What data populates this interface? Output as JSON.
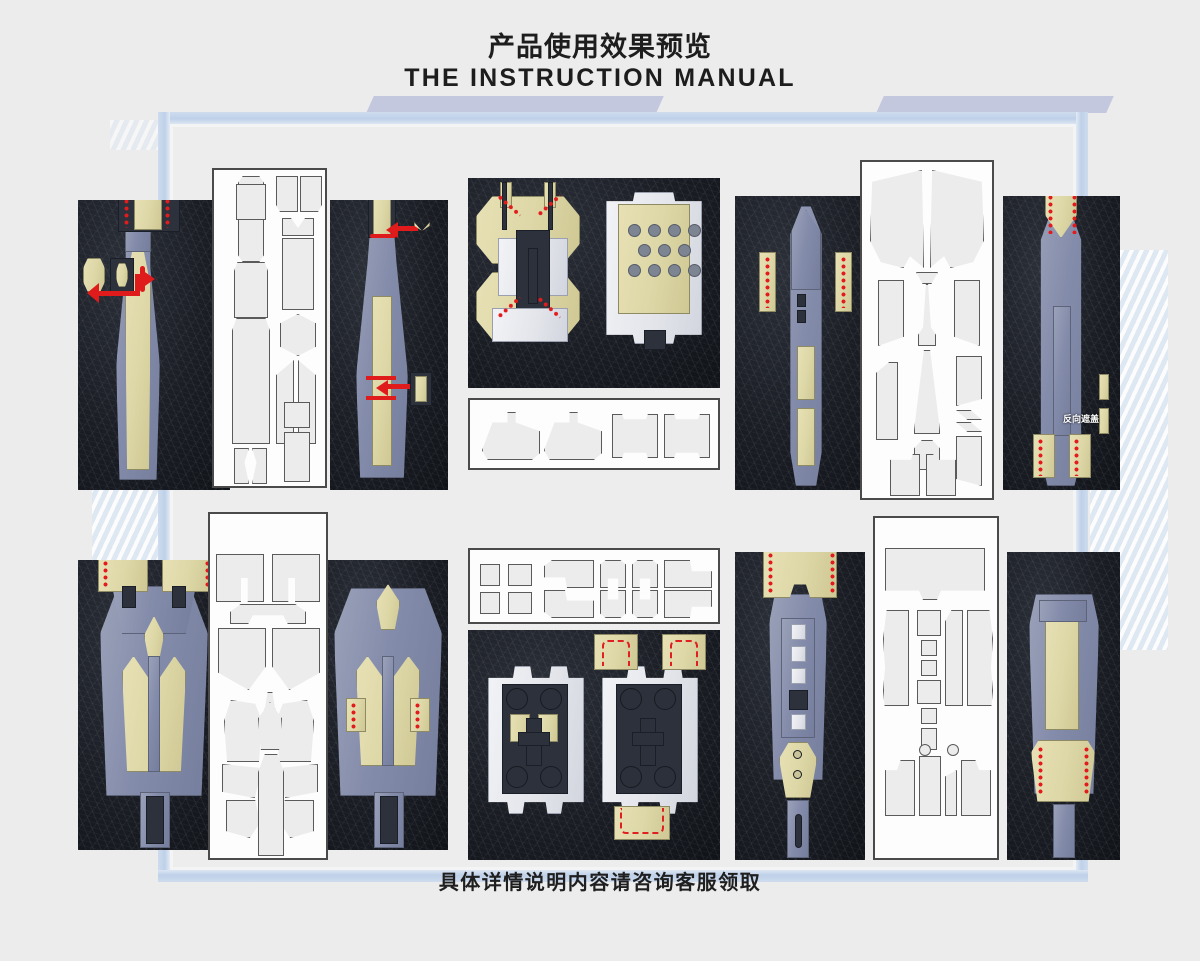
{
  "header": {
    "title_cn": "产品使用效果预览",
    "title_en": "THE INSTRUCTION MANUAL"
  },
  "footer": {
    "caption_cn": "具体详情说明内容请咨询客服领取"
  },
  "annotations": {
    "reverse_mask_label": "反向遮盖"
  },
  "colors": {
    "page_background": "#ececec",
    "frame_blue": "#bed0e8",
    "frame_tab": "#c3c8de",
    "plate_dark": "#1a1d24",
    "model_gray": "#848cab",
    "mask_tan": "#ded8a8",
    "part_white": "#e2e4ea",
    "marker_red": "#e01b1b",
    "sheet_white": "#fdfdfd",
    "sheet_border": "#4a4a4a",
    "piece_fill": "#ececed",
    "piece_outline": "#5a5a5a",
    "text_dark": "#1d1d1d"
  },
  "layout": {
    "rows": 2,
    "columns_per_row": 3,
    "panel_pairs_note": "each column pairs a dark photo plate with a white die-cut mask sheet"
  },
  "panels": {
    "top_left": {
      "name": "rifle-barrel-masking",
      "plates": 2,
      "sheets": 1
    },
    "top_center": {
      "name": "backpack-thruster-masking",
      "plates": 1,
      "sheets": 2
    },
    "top_right": {
      "name": "long-rifle-masking",
      "plates": 2,
      "sheets": 1
    },
    "bottom_left": {
      "name": "skirt-armor-masking",
      "plates": 2,
      "sheets": 1
    },
    "bottom_center": {
      "name": "foot-unit-masking",
      "plates": 1,
      "sheets": 2
    },
    "bottom_right": {
      "name": "leg-frame-masking",
      "plates": 2,
      "sheets": 1
    }
  }
}
